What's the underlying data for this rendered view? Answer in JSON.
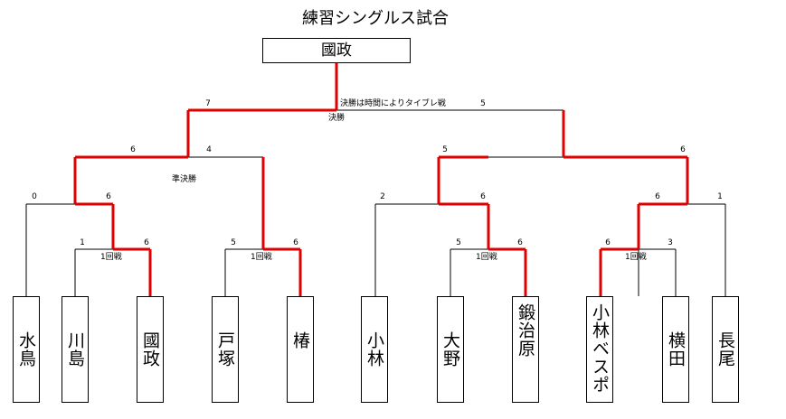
{
  "title": "練習シングルス試合",
  "champion": "國政",
  "players": [
    "水鳥",
    "川島",
    "國政",
    "戸塚",
    "椿",
    "小林",
    "大野",
    "鍛治原",
    "小林ベスポ",
    "横田",
    "長尾"
  ],
  "labels": {
    "final_note": "決勝は時間によりタイブレ戦",
    "final": "決勝",
    "semifinal": "準決勝",
    "first_round": "1回戦"
  },
  "scores": {
    "final": [
      "7",
      "5"
    ],
    "semi_left": [
      "6",
      "4"
    ],
    "semi_right": [
      "5",
      "6"
    ],
    "qf_1": [
      "0",
      "6"
    ],
    "qf_2": [
      "2",
      "6"
    ],
    "qf_3": [
      "6",
      "1"
    ],
    "r1_1": [
      "1",
      "6"
    ],
    "r1_2": [
      "5",
      "6"
    ],
    "r1_3": [
      "5",
      "6"
    ],
    "r1_4": [
      "6",
      "3"
    ]
  },
  "colors": {
    "winner_line": "#e00000",
    "line": "#000000"
  }
}
